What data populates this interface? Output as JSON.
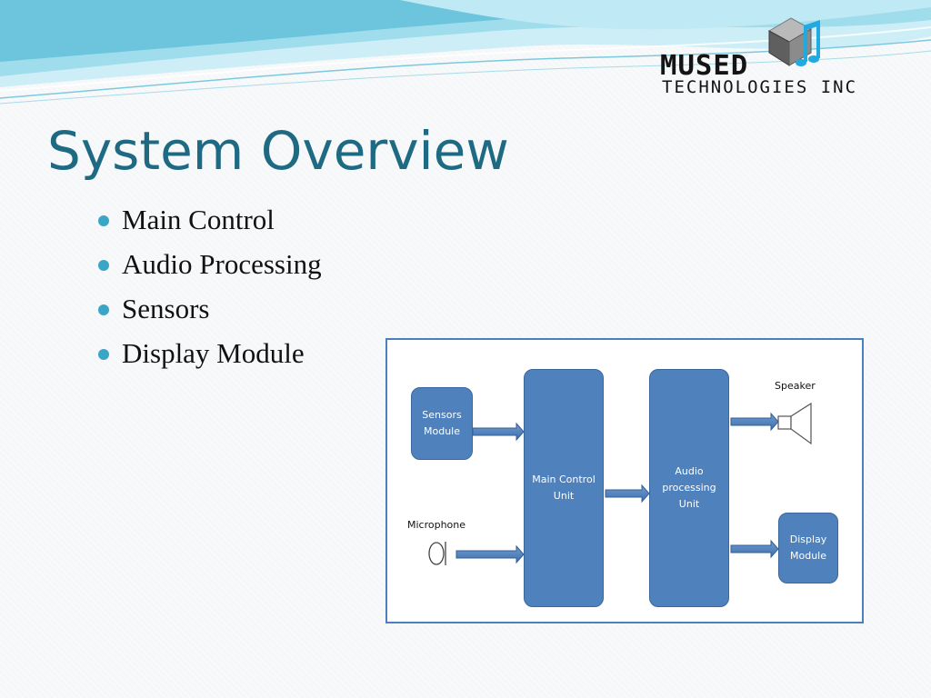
{
  "slide": {
    "title": "System Overview",
    "bullets": [
      "Main Control",
      "Audio Processing",
      "Sensors",
      "Display Module"
    ]
  },
  "logo": {
    "line1": "MUSED",
    "line2": "TECHNOLOGIES INC",
    "icon": "cube-music-note-icon"
  },
  "diagram": {
    "blocks": {
      "sensors_module": "Sensors Module",
      "main_control_unit": "Main Control Unit",
      "audio_processing_unit": "Audio processing Unit",
      "display_module": "Display Module"
    },
    "labels": {
      "speaker": "Speaker",
      "microphone": "Microphone"
    },
    "icons": [
      "speaker-icon",
      "microphone-icon",
      "arrow-right-icon"
    ]
  },
  "colors": {
    "title": "#1f6a83",
    "bullet": "#3aa6c6",
    "block_fill": "#4f81bd",
    "block_border": "#3a679c",
    "frame_border": "#4a7fc1",
    "header_wave": "#8fd3e6"
  }
}
